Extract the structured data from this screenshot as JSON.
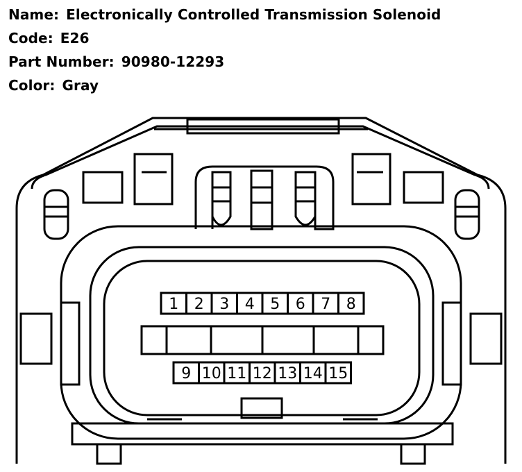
{
  "header": {
    "name_label": "Name:",
    "name_value": "Electronically Controlled Transmission Solenoid",
    "code_label": "Code:",
    "code_value": "E26",
    "part_label": "Part Number:",
    "part_value": "90980-12293",
    "color_label": "Color:",
    "color_value": "Gray"
  },
  "connector": {
    "top_row_pins": [
      "1",
      "2",
      "3",
      "4",
      "5",
      "6",
      "7",
      "8"
    ],
    "bottom_row_pins": [
      "9",
      "10",
      "11",
      "12",
      "13",
      "14",
      "15"
    ]
  }
}
